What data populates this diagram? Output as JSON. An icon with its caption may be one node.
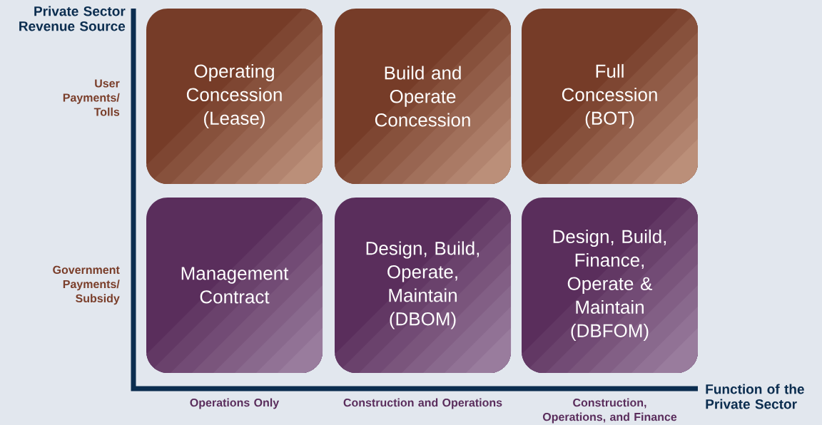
{
  "diagram": {
    "nodes": [
      {
        "text": [
          "Operating Concession (Lease)"
        ]
      },
      {
        "text": [
          "Build and Operate Concession"
        ]
      },
      {
        "text": [
          "Full Concession (BOT)"
        ]
      },
      {
        "text": [
          "Management Contract"
        ]
      },
      {
        "text": [
          "Design, Build, Operate, Maintain (DBOM)"
        ]
      },
      {
        "text": [
          "Design, Build, Finance, Operate & Maintain (DBFOM)"
        ]
      }
    ],
    "labels": [
      "Private Sector Revenue Source",
      "User Payments/ Tolls",
      "Government Payments/ Subsidy",
      "Function of the Private Sector",
      "Operations Only",
      "Construction and Operations",
      "Construction, Operations, and Finance"
    ]
  }
}
